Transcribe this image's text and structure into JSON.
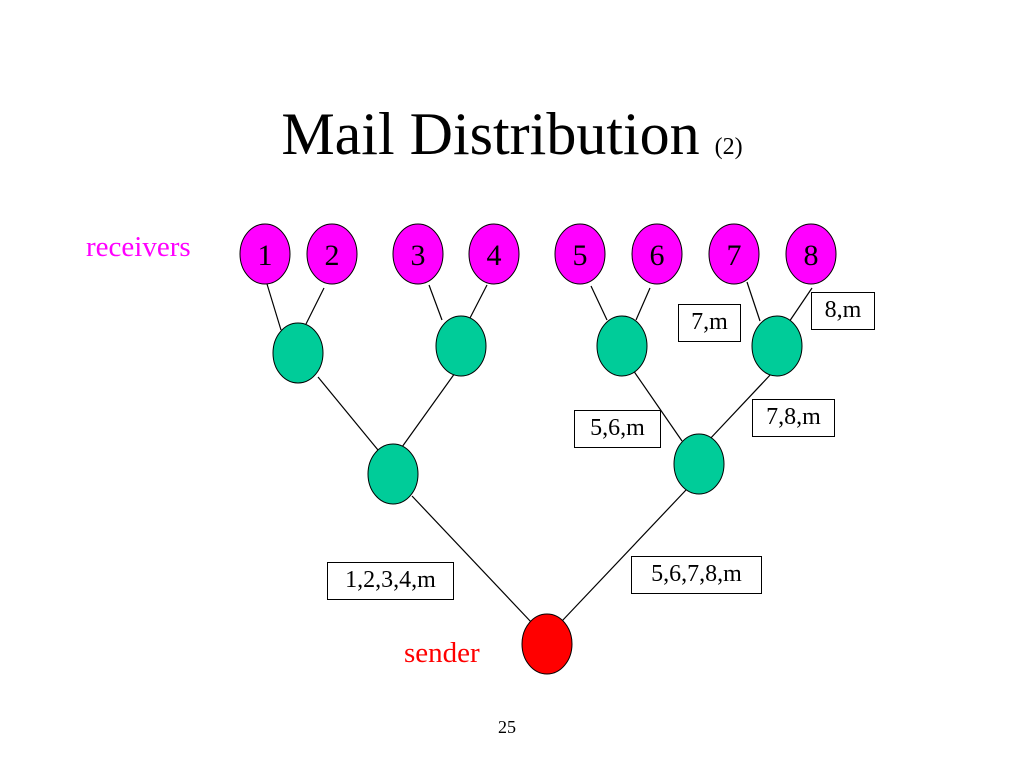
{
  "title": {
    "main": "Mail Distribution",
    "sub": "(2)"
  },
  "labels": {
    "receivers": "receivers",
    "sender": "sender"
  },
  "receivers": [
    "1",
    "2",
    "3",
    "4",
    "5",
    "6",
    "7",
    "8"
  ],
  "messages": {
    "left_trunk": "1,2,3,4,m",
    "right_trunk": "5,6,7,8,m",
    "right_mid_left": "5,6,m",
    "right_mid_right": "7,8,m",
    "to_7": "7,m",
    "to_8": "8,m"
  },
  "page_number": "25",
  "colors": {
    "receiver_fill": "#ff00ff",
    "router_fill": "#00cc99",
    "sender_fill": "#ff0000",
    "receivers_text": "#ff00ff",
    "sender_text": "#ff0000",
    "line": "#000000"
  }
}
